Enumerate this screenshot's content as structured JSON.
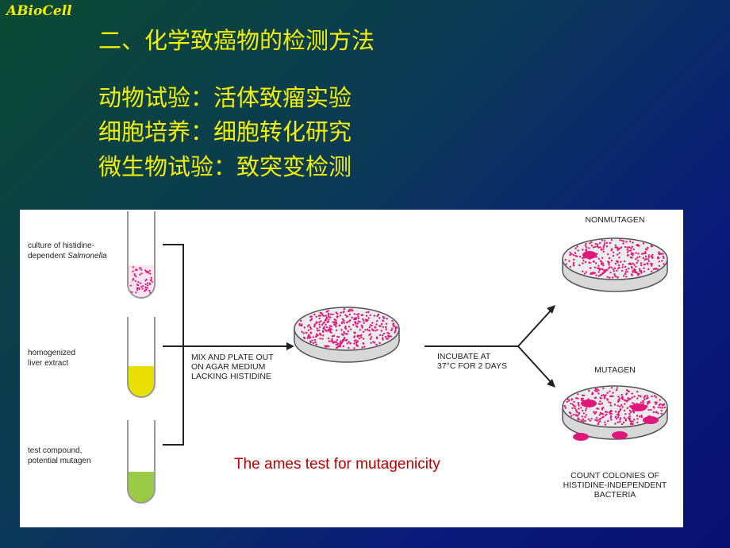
{
  "logo": "ABioCell",
  "title": "二、化学致癌物的检测方法",
  "lines": [
    "动物试验：活体致瘤实验",
    "细胞培养：细胞转化研究",
    "微生物试验：致突变检测"
  ],
  "figure": {
    "tube_labels": [
      [
        "culture of histidine-",
        "dependent ",
        "Salmonella"
      ],
      [
        "homogenized",
        "liver extract"
      ],
      [
        "test compound,",
        "potential mutagen"
      ]
    ],
    "mix_label": [
      "MIX AND PLATE OUT",
      "ON AGAR MEDIUM",
      "LACKING HISTIDINE"
    ],
    "incubate_label": [
      "INCUBATE AT",
      "37°C FOR 2 DAYS"
    ],
    "nonmutagen": "NONMUTAGEN",
    "mutagen": "MUTAGEN",
    "count_label": [
      "COUNT COLONIES OF",
      "HISTIDINE-INDEPENDENT",
      "BACTERIA"
    ],
    "caption": "The ames test for mutagenicity",
    "colors": {
      "pink": "#e0187a",
      "yellow": "#e8e000",
      "green": "#99cc44"
    }
  }
}
